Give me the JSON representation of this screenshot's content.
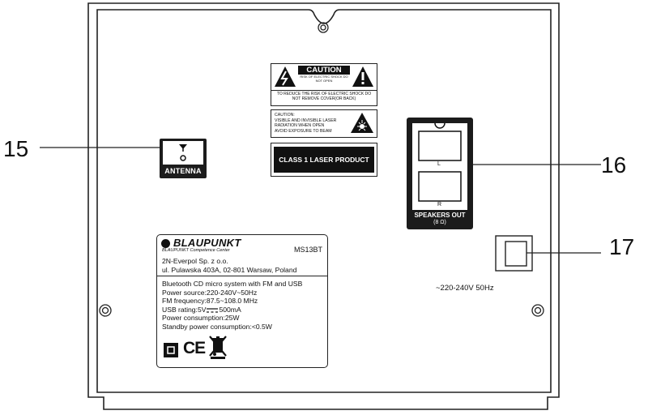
{
  "callouts": {
    "antenna": "15",
    "speakers": "16",
    "power": "17"
  },
  "caution_label": {
    "title": "CAUTION",
    "subtitle": "RISK OF ELECTRIC SHOCK DO NOT OPEN",
    "warning_line_1": "TO REDUCE THE RISK OF ELECTRIC SHOCK DO",
    "warning_line_2": "NOT REMOVE COVER(OR BACK)"
  },
  "laser_label": {
    "line_1": "CAUTION:",
    "line_2": "VISIBLE AND INVISIBLE LASER",
    "line_3": "RADIATION WHEN OPEN",
    "line_4": "AVOID EXPOSURE TO BEAM"
  },
  "class_label": {
    "text": "CLASS 1 LASER PRODUCT"
  },
  "antenna": {
    "label": "ANTENNA"
  },
  "speakers": {
    "left": "L",
    "right": "R",
    "title": "SPEAKERS OUT",
    "impedance": "(8 Ω)"
  },
  "rating_label": {
    "brand": "BLAUPUNKT",
    "brand_sub": "BLAUPUNKT Competence Center",
    "model": "MS13BT",
    "maker_line_1": "2N-Everpol Sp. z o.o.",
    "maker_line_2": "ul. Pulawska 403A, 02-801 Warsaw, Poland",
    "specs": [
      "Bluetooth CD micro system with FM and USB",
      "Power source:220-240V~50Hz",
      "FM frequency:87.5~108.0 MHz",
      "USB rating:5V",
      "Power consumption:25W",
      "Standby power consumption:<0.5W"
    ],
    "usb_current": "500mA",
    "ce_mark": "CE"
  },
  "power_input": {
    "label": "~220-240V 50Hz"
  },
  "colors": {
    "line": "#222222",
    "fill_dark": "#1b1b1b",
    "background": "#ffffff"
  }
}
